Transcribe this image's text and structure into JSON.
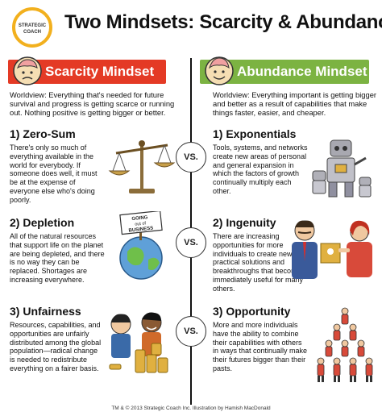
{
  "logo": {
    "text_line1": "STRATEGIC",
    "text_line2": "COACH",
    "ring_color": "#f2b01e"
  },
  "title": "Two Mindsets: Scarcity & Abundance",
  "colors": {
    "scarcity": "#e43a25",
    "abundance": "#7cb342"
  },
  "scarcity": {
    "heading": "Scarcity Mindset",
    "worldview": "Worldview: Everything that's needed for future survival and progress is getting scarce or running out. Nothing positive is getting bigger or better.",
    "sections": [
      {
        "title": "1) Zero-Sum",
        "body": "There's only so much of everything available in the world for everybody. If someone does well, it must be at the expense of everyone else who's doing poorly."
      },
      {
        "title": "2) Depletion",
        "body": "All of the natural resources that support life on the planet are being depleted, and there is no way they can be replaced. Shortages are increasing everywhere."
      },
      {
        "title": "3) Unfairness",
        "body": "Resources, capabilities, and opportunities are unfairly distributed among the global population—radical change is needed to redistribute everything on a fairer basis."
      }
    ]
  },
  "abundance": {
    "heading": "Abundance Mindset",
    "worldview": "Worldview: Everything important is getting bigger and better as a result of capabilities that make things faster, easier, and cheaper.",
    "sections": [
      {
        "title": "1) Exponentials",
        "body": "Tools, systems, and networks create new areas of personal and general expansion in which the factors of growth continually multiply each other."
      },
      {
        "title": "2) Ingenuity",
        "body": "There are increasing opportunities for more individuals to create new practical solutions and breakthroughs that become immediately useful for many others."
      },
      {
        "title": "3) Opportunity",
        "body": "More and more individuals have the ability to combine their capabilities with others in ways that continually make their futures bigger than their pasts."
      }
    ]
  },
  "vs_label": "VS.",
  "sign_text": {
    "line1": "GOING",
    "line2": "out of",
    "line3": "BUSINESS"
  },
  "footer": "TM & © 2013 Strategic Coach Inc. Illustration by Hamish MacDonald"
}
